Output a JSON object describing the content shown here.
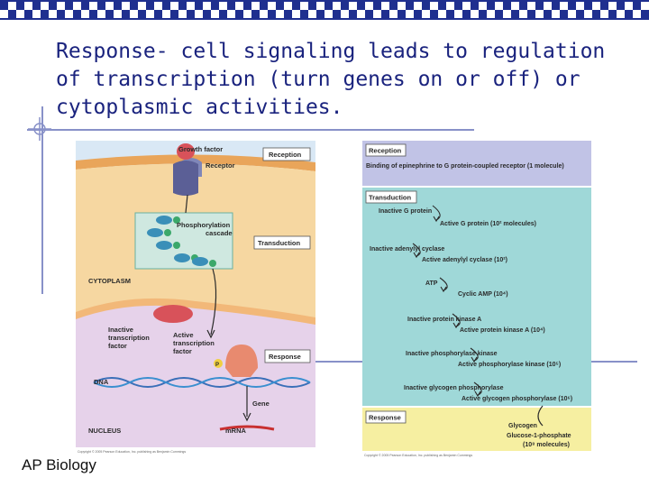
{
  "slide": {
    "title_lines": [
      "Response- cell signaling leads to regulation",
      "of transcription (turn genes on or off) or",
      "cytoplasmic activities."
    ],
    "footer": "AP Biology"
  },
  "left_figure": {
    "labels": {
      "growth_factor": "Growth factor",
      "receptor": "Receptor",
      "phosphorylation_1": "Phosphorylation",
      "phosphorylation_2": "cascade",
      "cytoplasm": "CYTOPLASM",
      "inactive_tf_1": "Inactive",
      "inactive_tf_2": "transcription",
      "inactive_tf_3": "factor",
      "active_tf_1": "Active",
      "active_tf_2": "transcription",
      "active_tf_3": "factor",
      "p": "P",
      "dna": "DNA",
      "gene": "Gene",
      "nucleus": "NUCLEUS",
      "mrna": "mRNA"
    },
    "boxes": {
      "reception": "Reception",
      "transduction": "Transduction",
      "response": "Response"
    },
    "copyright": "Copyright © 2005 Pearson Education, Inc. publishing as Benjamin Cummings"
  },
  "right_figure": {
    "reception": {
      "box": "Reception",
      "text": "Binding of epinephrine to G protein-coupled receptor (1 molecule)"
    },
    "transduction": {
      "box": "Transduction",
      "steps": [
        "Inactive G protein",
        "Active G protein (10² molecules)",
        "Inactive adenylyl cyclase",
        "Active adenylyl cyclase (10²)",
        "ATP",
        "Cyclic AMP (10⁴)",
        "Inactive protein kinase A",
        "Active protein kinase A (10⁴)",
        "Inactive phosphorylase kinase",
        "Active phosphorylase kinase (10⁵)",
        "Inactive glycogen phosphorylase",
        "Active glycogen phosphorylase (10⁶)"
      ]
    },
    "response": {
      "box": "Response",
      "items": [
        "Glycogen",
        "Glucose-1-phosphate",
        "(10⁸ molecules)"
      ]
    },
    "copyright": "Copyright © 2005 Pearson Education, Inc. publishing as Benjamin Cummings"
  },
  "colors": {
    "title": "#1a237e",
    "top_bar": "#1f2f8f",
    "rules": "#8891c8",
    "cytoplasm": "#f6d7a1",
    "nucleus": "#e6d2ea",
    "reception_panel": "#c1c3e6",
    "transduction_panel": "#9fd8d8",
    "response_panel": "#f6efa1"
  }
}
